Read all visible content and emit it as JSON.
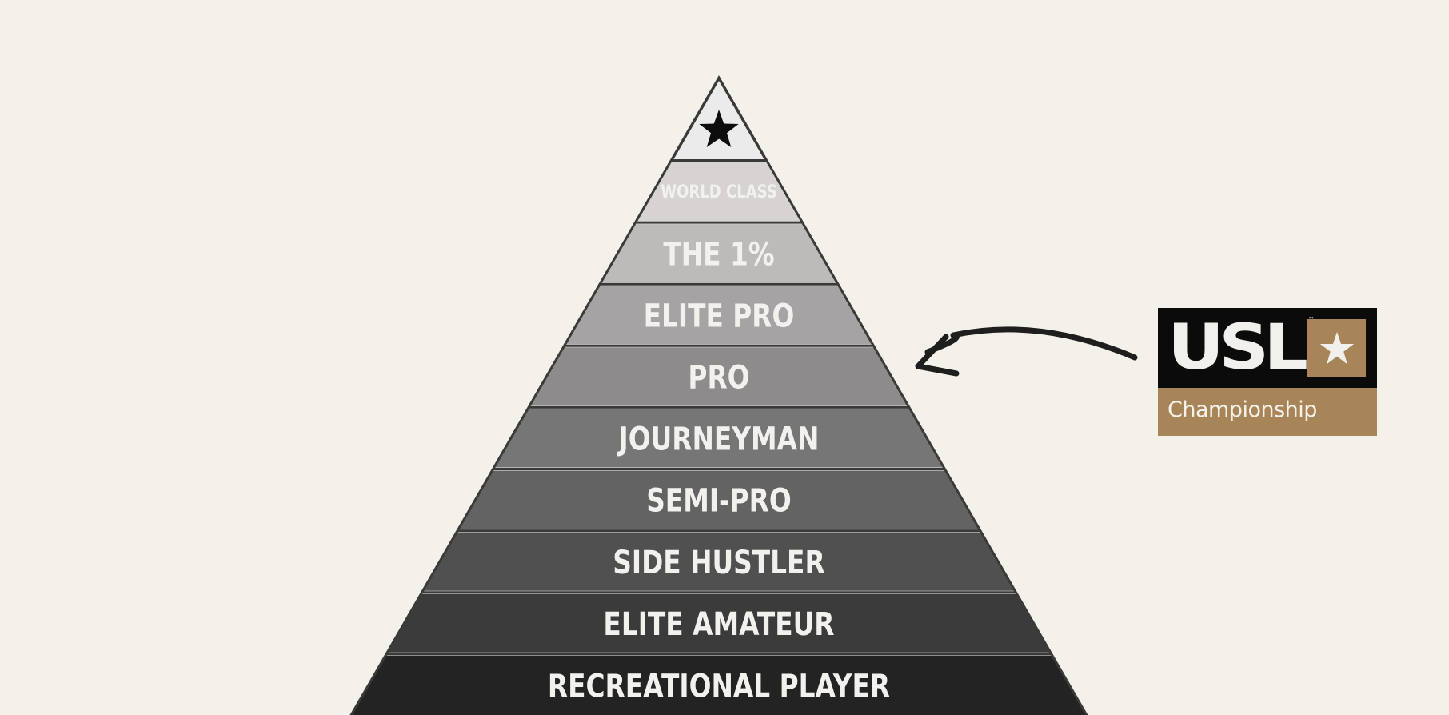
{
  "pyramid": {
    "apex_icon": "star-icon",
    "tiers": [
      {
        "label": "WORLD CLASS",
        "color": "#d6d3d2"
      },
      {
        "label": "THE 1%",
        "color": "#bdbaba"
      },
      {
        "label": "ELITE PRO",
        "color": "#a5a3a3"
      },
      {
        "label": "PRO",
        "color": "#8d8b8b"
      },
      {
        "label": "JOURNEYMAN",
        "color": "#777676"
      },
      {
        "label": "SEMI-PRO",
        "color": "#646363"
      },
      {
        "label": "SIDE HUSTLER",
        "color": "#515050"
      },
      {
        "label": "ELITE AMATEUR",
        "color": "#3c3b3b"
      },
      {
        "label": "RECREATIONAL PLAYER",
        "color": "#232323"
      }
    ],
    "apex_color": "#ecebeb",
    "outline_color": "#3a3a3a"
  },
  "logo": {
    "wordmark": "USL",
    "trademark": "™",
    "subtitle": "Championship",
    "icon": "star-icon",
    "dark_color": "#0b0b0b",
    "gold_color": "#a78558"
  },
  "arrow": {
    "icon": "curved-arrow-icon",
    "color": "#1e1e1e"
  }
}
